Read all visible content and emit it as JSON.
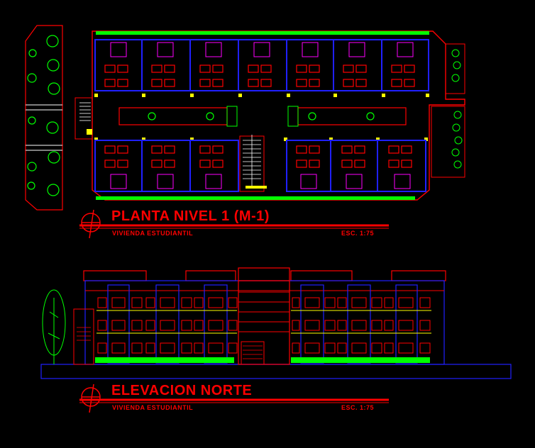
{
  "plan": {
    "title": "PLANTA NIVEL 1 (M-1)",
    "subtitle": "VIVIENDA ESTUDIANTIL",
    "scale": "ESC. 1:75"
  },
  "elevation": {
    "title": "ELEVACION NORTE",
    "subtitle": "VIVIENDA ESTUDIANTIL",
    "scale": "ESC. 1:75"
  },
  "colors": {
    "background": "#000000",
    "wall": "#ff0000",
    "window": "#2020ff",
    "furniture": "#ff00ff",
    "door": "#ffff00",
    "vegetation": "#00ff00",
    "stair": "#ffffff",
    "outline": "#ff0000"
  }
}
